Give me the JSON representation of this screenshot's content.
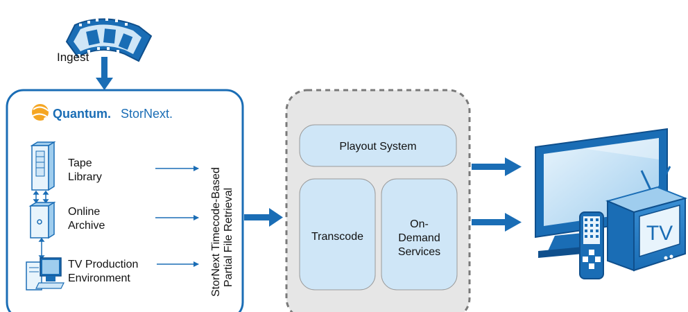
{
  "colors": {
    "blue": "#1a6db5",
    "dark_blue": "#0f4f8c",
    "light_blue": "#cfe6f7",
    "panel_bg": "#e6e6e6",
    "dashed_border": "#7a7a7a",
    "orange": "#f5a623"
  },
  "ingest": {
    "label": "Ingest",
    "icon": "film-strip-icon"
  },
  "storage": {
    "logo_brand": "Quantum.",
    "logo_product": "StorNext.",
    "devices": [
      {
        "line1": "Tape",
        "line2": "Library",
        "icon": "tape-library-icon"
      },
      {
        "line1": "Online",
        "line2": "Archive",
        "icon": "archive-icon"
      },
      {
        "line1": "TV Production",
        "line2": "Environment",
        "icon": "workstation-icon"
      }
    ],
    "retrieval_line1": "StorNext Timecode-Based",
    "retrieval_line2": "Partial File Retrieval"
  },
  "playout": {
    "system": "Playout System",
    "transcode": "Transcode",
    "ondemand_line1": "On-",
    "ondemand_line2": "Demand",
    "ondemand_line3": "Services"
  },
  "output": {
    "tv_label": "TV",
    "icons": [
      "flat-tv-icon",
      "crt-tv-icon",
      "remote-control-icon"
    ]
  }
}
